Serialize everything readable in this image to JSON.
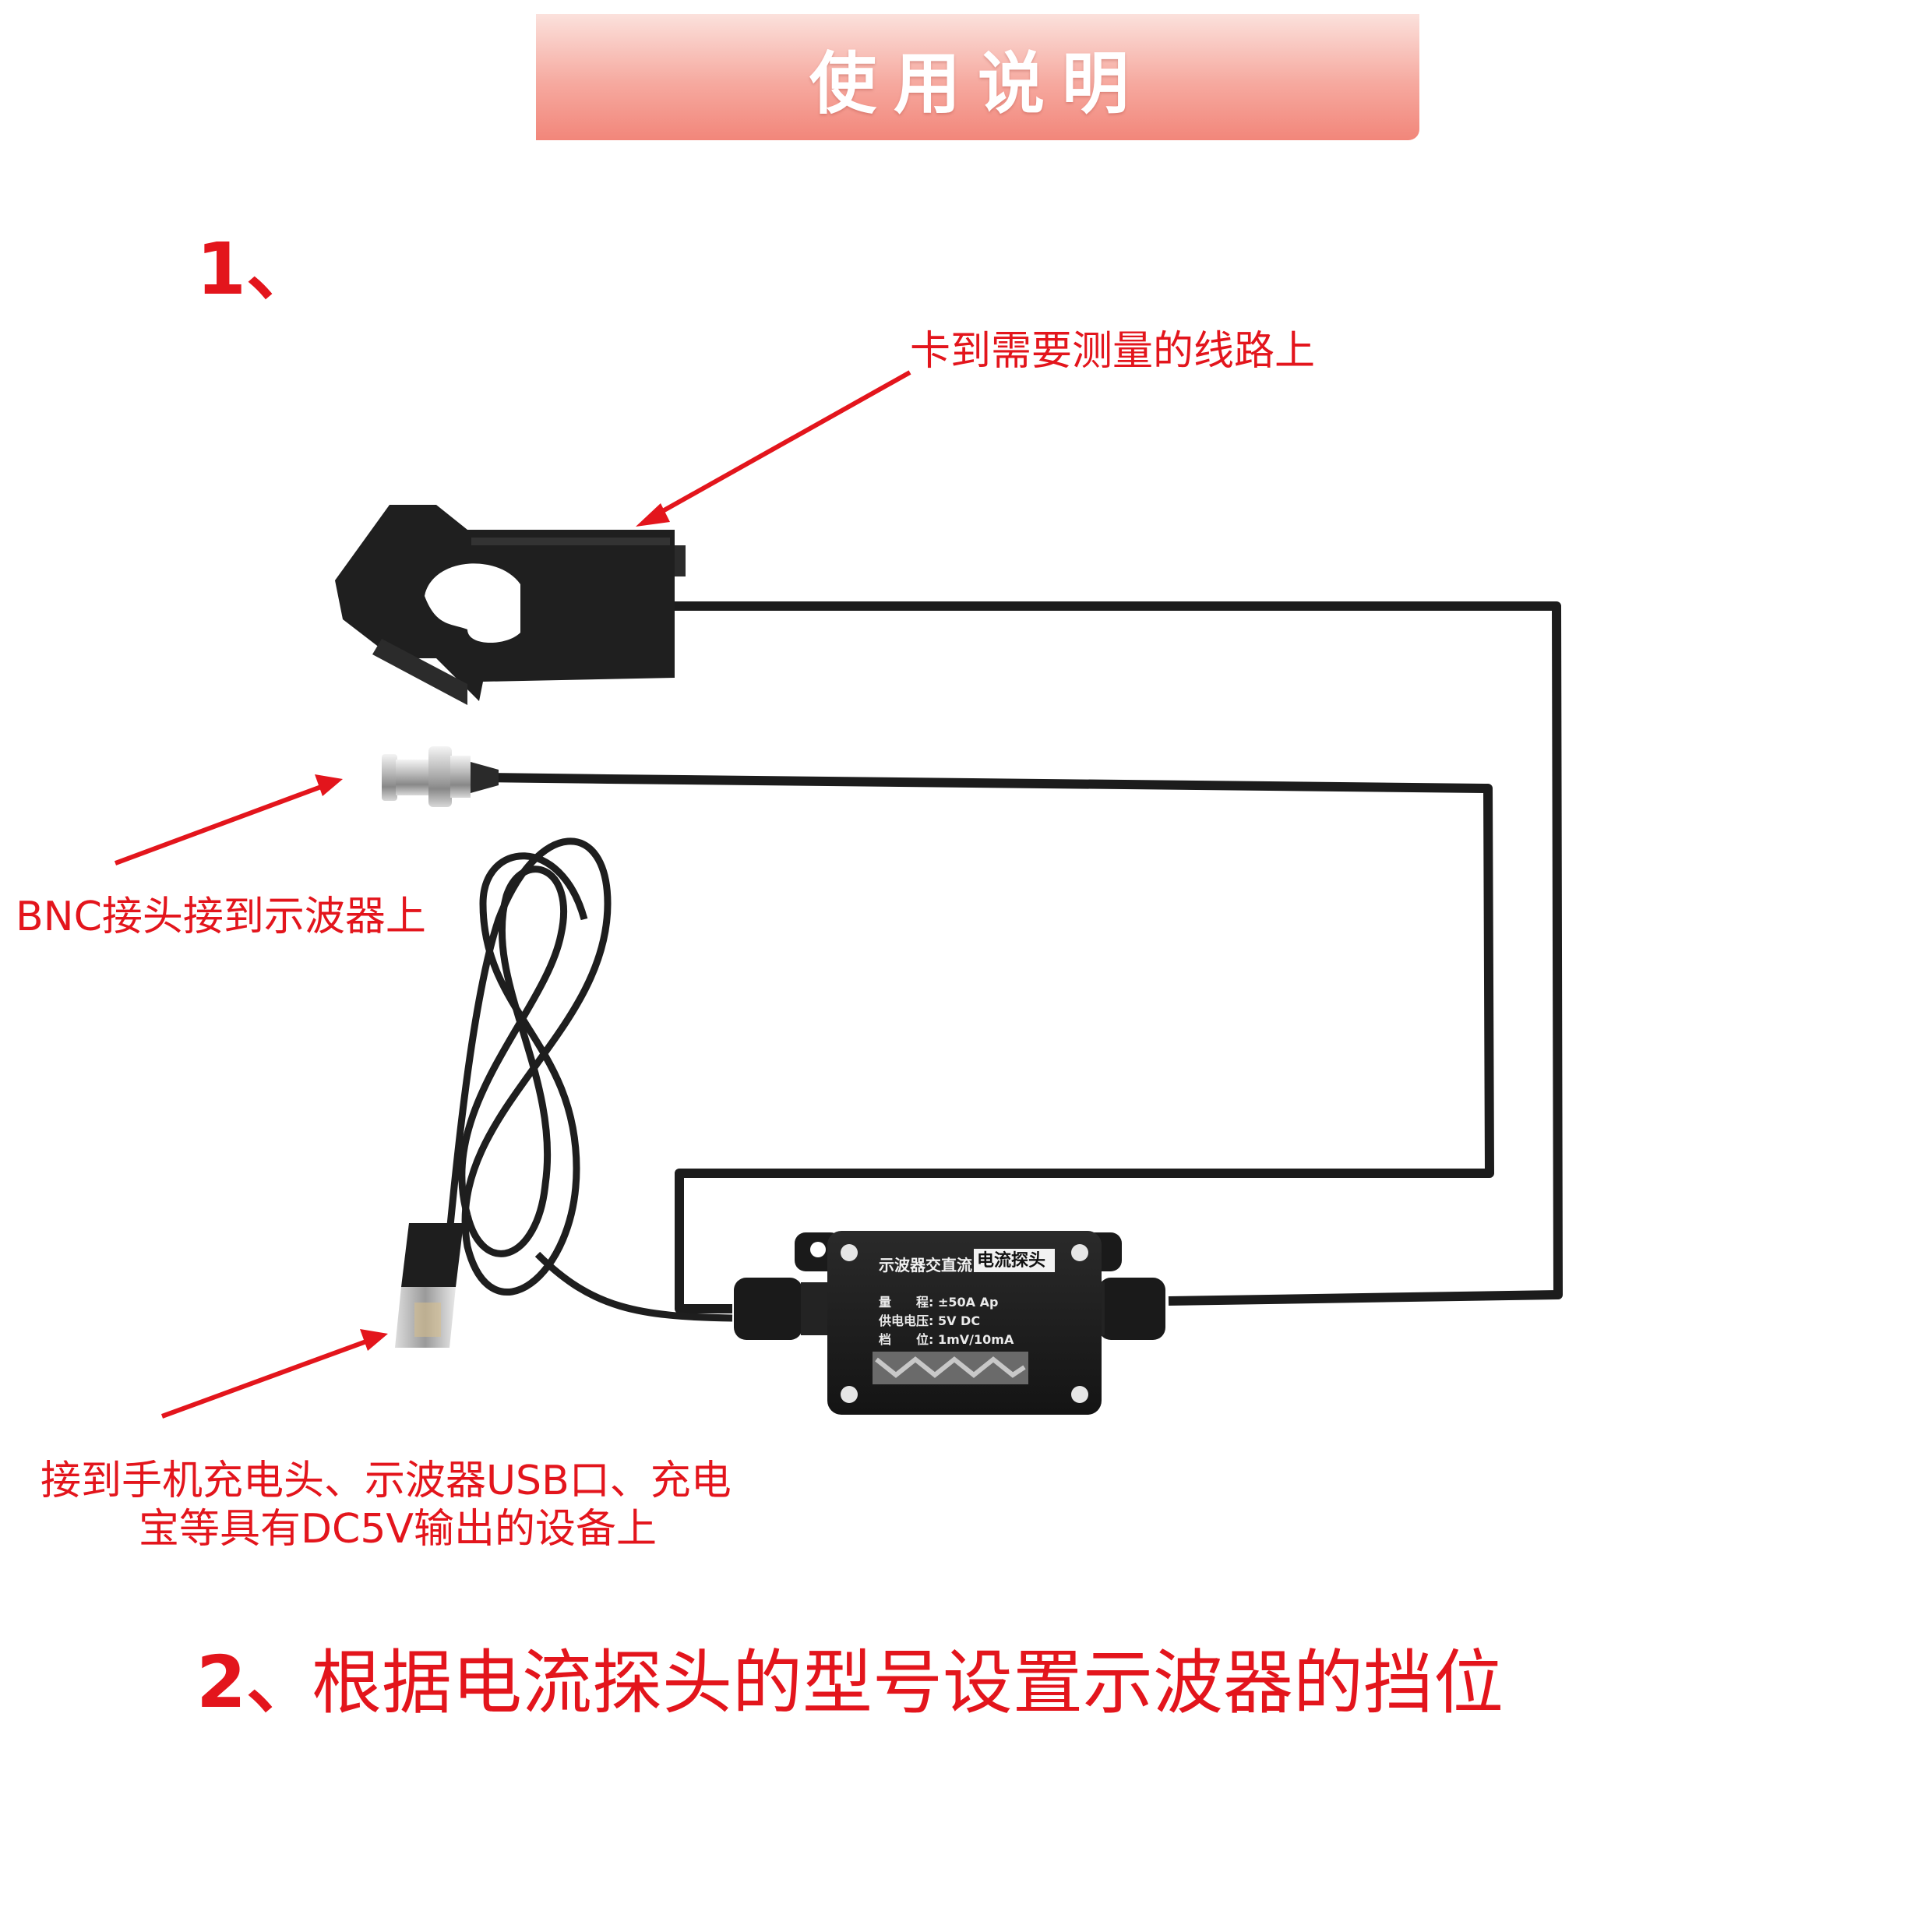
{
  "header": {
    "title": "使用说明"
  },
  "step1": {
    "number": "1、",
    "clamp_label": "卡到需要测量的线路上",
    "bnc_label": "BNC接头接到示波器上",
    "usb_label_line1": "接到手机充电头、示波器USB口、充电",
    "usb_label_line2": "宝等具有DC5V输出的设备上"
  },
  "device_box": {
    "tag_left": "示波器交直流",
    "tag_right": "电流探头",
    "spec_range": "量　　程: ±50A Ap",
    "spec_supply": "供电电压: 5V DC",
    "spec_scale": "档　　位: 1mV/10mA"
  },
  "step2": {
    "number": "2、",
    "text": "根据电流探头的型号设置示波器的挡位"
  },
  "colors": {
    "accent_red": "#e3151c",
    "banner_top": "#fbe1dc",
    "banner_bottom": "#f2867a",
    "device_black": "#1c1c1c"
  }
}
